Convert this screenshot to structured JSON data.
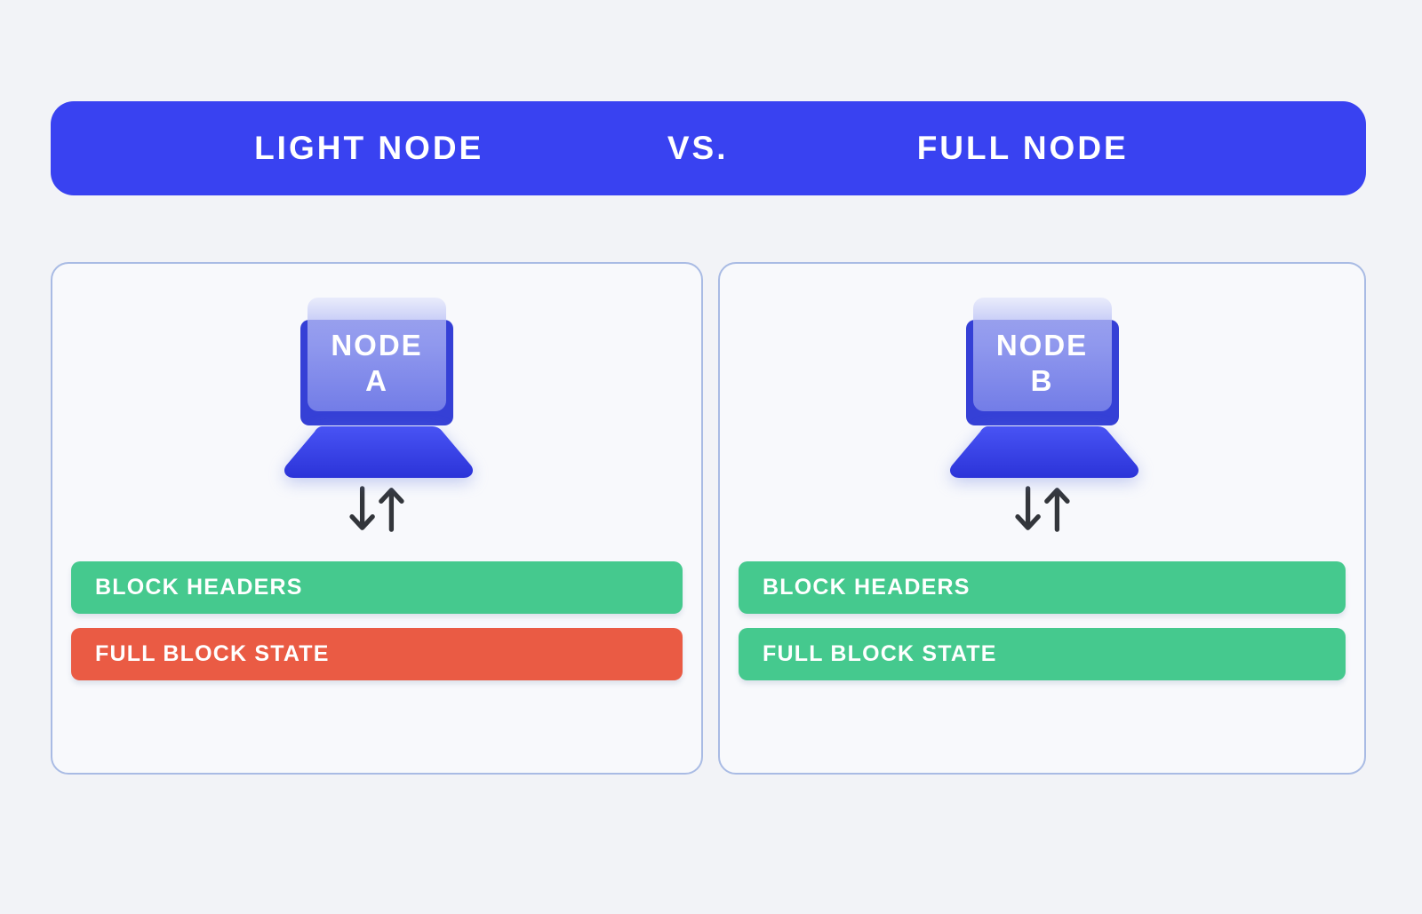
{
  "header": {
    "left_label": "LIGHT NODE",
    "vs_label": "VS.",
    "right_label": "FULL NODE",
    "background": "#3942F1"
  },
  "panels": [
    {
      "name": "light-node-panel",
      "node": {
        "line1": "NODE",
        "line2": "A"
      },
      "arrows_icon": "down-up-sync-arrows",
      "bars": [
        {
          "label": "BLOCK HEADERS",
          "color": "#45C98E"
        },
        {
          "label": "FULL BLOCK STATE",
          "color": "#EA5B44"
        }
      ]
    },
    {
      "name": "full-node-panel",
      "node": {
        "line1": "NODE",
        "line2": "B"
      },
      "arrows_icon": "down-up-sync-arrows",
      "bars": [
        {
          "label": "BLOCK HEADERS",
          "color": "#45C98E"
        },
        {
          "label": "FULL BLOCK STATE",
          "color": "#45C98E"
        }
      ]
    }
  ],
  "colors": {
    "page_background": "#F2F3F7",
    "panel_background": "#F8F9FC",
    "panel_border": "#A9BBE4",
    "header_blue": "#3942F1",
    "bar_green": "#45C98E",
    "bar_red": "#EA5B44",
    "laptop_frame": "#3540D6",
    "laptop_base_top": "#4853F4",
    "laptop_base_bottom": "#2B33D8",
    "arrow": "#33363B",
    "text_white": "#FFFFFF"
  }
}
